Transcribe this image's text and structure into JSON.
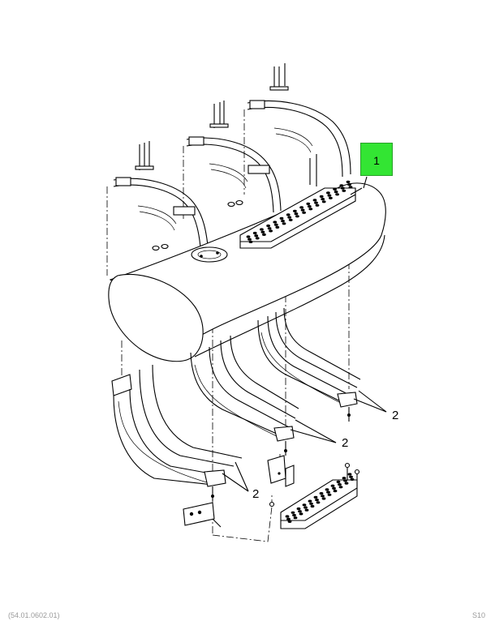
{
  "callouts": {
    "item_1": "1",
    "item_2_right": "2",
    "item_2_middle": "2",
    "item_2_left": "2"
  },
  "hotspot_color": "#33e533",
  "footer": {
    "left": "(54.01.0602.01)",
    "right": "S10"
  }
}
